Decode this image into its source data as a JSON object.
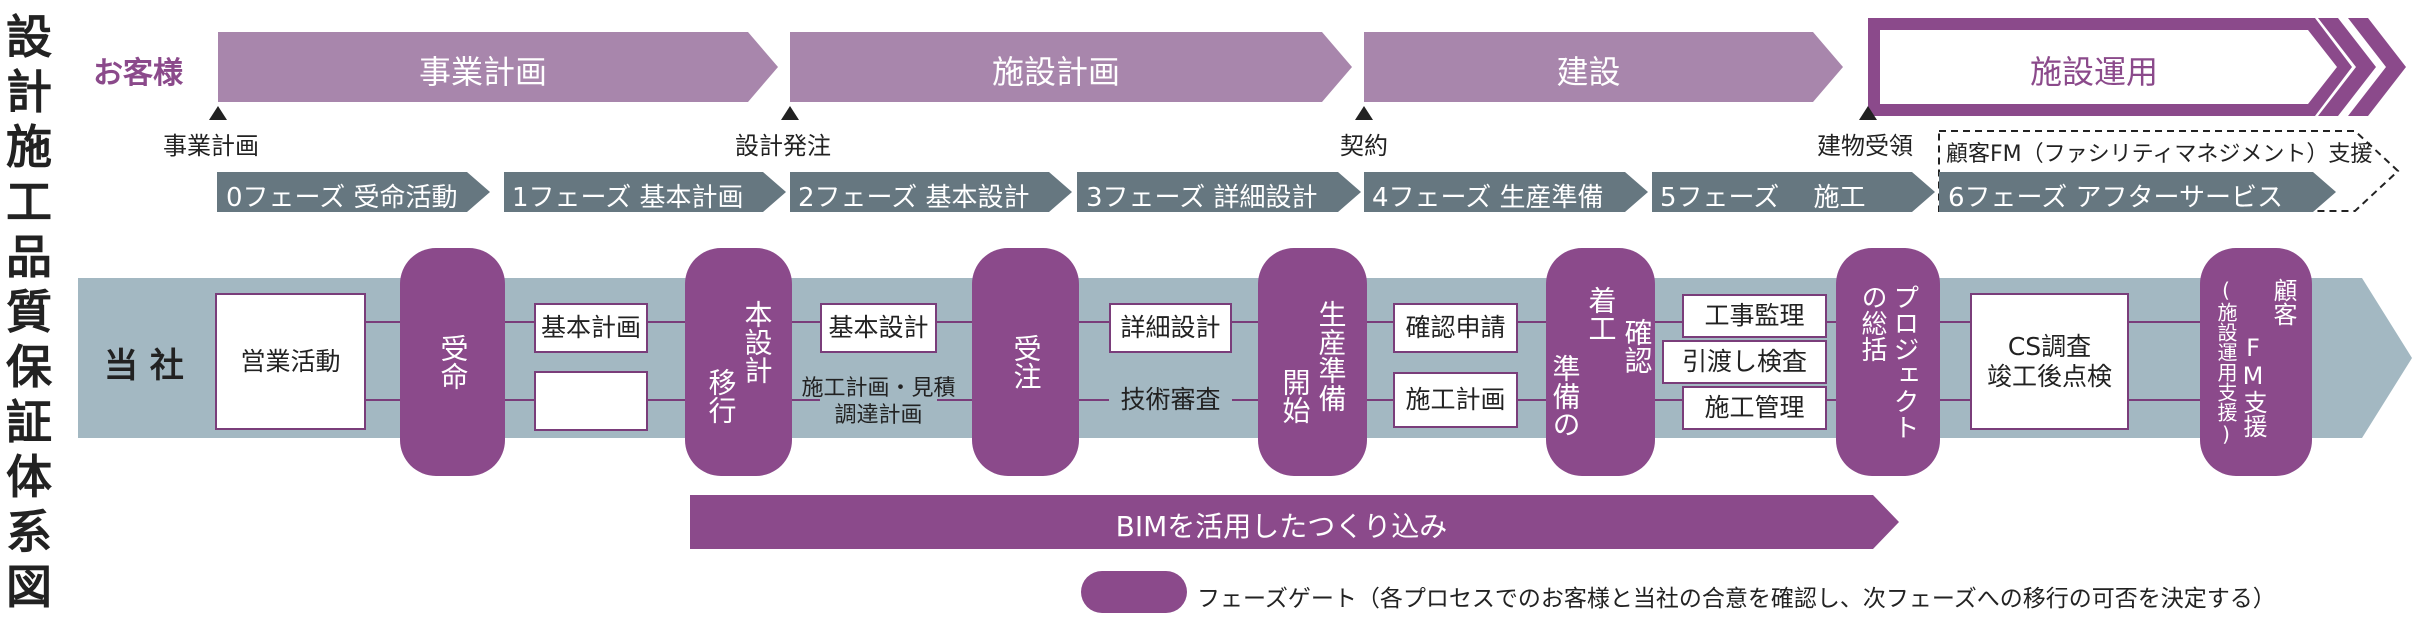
{
  "title_chars": [
    "設",
    "計",
    "施",
    "工",
    "品",
    "質",
    "保",
    "証",
    "体",
    "系",
    "図"
  ],
  "customer_label": "お客様",
  "company_label": "当 社",
  "top_stages": [
    "事業計画",
    "施設計画",
    "建設",
    "施設運用"
  ],
  "milestones": [
    "事業計画",
    "設計発注",
    "契約",
    "建物受領"
  ],
  "fm_support_label": "顧客FM（ファシリティマネジメント）支援",
  "phases": [
    "0フェーズ 受命活動",
    "1フェーズ 基本計画",
    "2フェーズ 基本設計",
    "3フェーズ 詳細設計",
    "4フェーズ 生産準備",
    "5フェーズ　 施工",
    "6フェーズ アフターサービス"
  ],
  "boxes": {
    "sales": "営業活動",
    "basic_plan": "基本計画",
    "basic_design": "基本設計",
    "construction_plan": "施工計画・見積\n調達計画",
    "detail_design": "詳細設計",
    "tech_review": "技術審査",
    "confirm_apply": "確認申請",
    "construction_planning": "施工計画",
    "supervision": "工事監理",
    "handover": "引渡し検査",
    "construction_mgmt": "施工管理",
    "cs_survey": "CS調査\n竣工後点検"
  },
  "gates": {
    "g1": [
      "受命"
    ],
    "g2": [
      "移行",
      "本設計"
    ],
    "g3": [
      "受注"
    ],
    "g4": [
      "開始",
      "生産準備"
    ],
    "g5": [
      "準備の",
      "着工",
      "確認"
    ],
    "g6": [
      "プロジェクト",
      "の総括"
    ],
    "g7": [
      "FM支援",
      "顧客",
      "(施設運用支援)"
    ]
  },
  "bim_label": "BIMを活用したつくり込み",
  "legend_text": "フェーズゲート（各プロセスでのお客様と当社の合意を確認し、次フェーズへの移行の可否を決定する）",
  "colors": {
    "purple": "#8b4a8b",
    "light_purple": "#a886ac",
    "slate": "#667780",
    "band": "#a3b8c2"
  }
}
